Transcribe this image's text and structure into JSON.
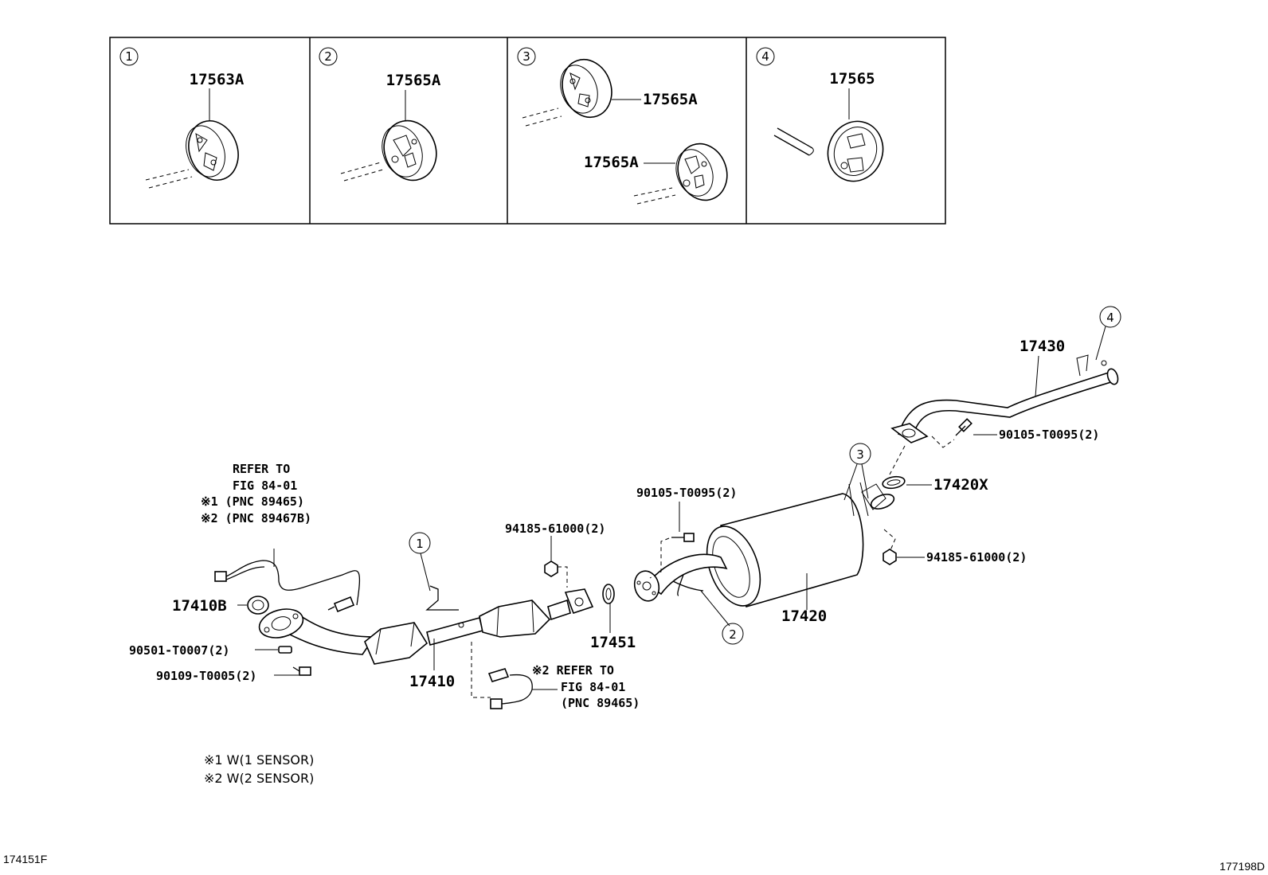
{
  "panels": [
    {
      "num": "1",
      "label": "17563A"
    },
    {
      "num": "2",
      "label": "17565A"
    },
    {
      "num": "3",
      "label_a": "17565A",
      "label_b": "17565A"
    },
    {
      "num": "4",
      "label": "17565"
    }
  ],
  "parts": {
    "p17430": "17430",
    "p90105_top": "90105-T0095(2)",
    "p17420x": "17420X",
    "p94185_right": "94185-61000(2)",
    "p17420": "17420",
    "p90105_mid": "90105-T0095(2)",
    "p94185_left": "94185-61000(2)",
    "p17451": "17451",
    "p17410b": "17410B",
    "p90501": "90501-T0007(2)",
    "p90109": "90109-T0005(2)",
    "p17410": "17410"
  },
  "callouts": {
    "c1": "1",
    "c2": "2",
    "c3": "3",
    "c4": "4"
  },
  "notes": {
    "refer1_l1": "REFER TO",
    "refer1_l2": "FIG 84-01",
    "refer1_l3": "※1 (PNC 89465)",
    "refer1_l4": "※2 (PNC 89467B)",
    "refer2_l1": "※2 REFER TO",
    "refer2_l2": "FIG 84-01",
    "refer2_l3": "(PNC 89465)"
  },
  "legend": {
    "line1": "※1  W(1 SENSOR)",
    "line2": "※2  W(2 SENSOR)"
  },
  "corners": {
    "left": "174151F",
    "right": "177198D"
  }
}
